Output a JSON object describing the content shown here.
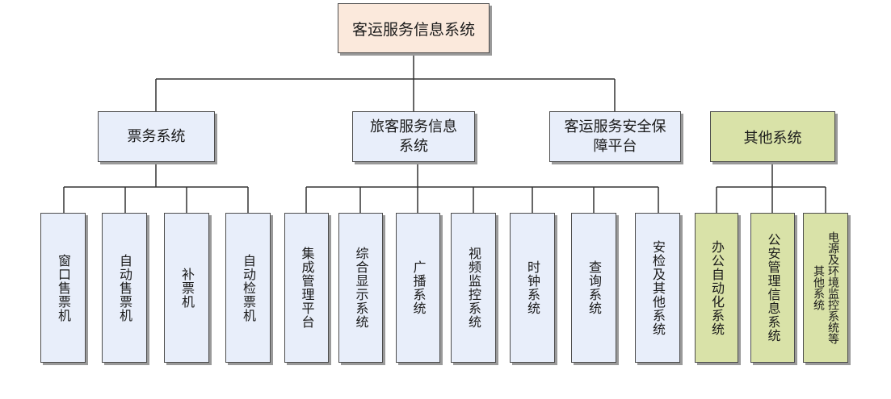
{
  "root": {
    "label": "客运服务信息系统"
  },
  "level1": [
    {
      "label": "票务系统"
    },
    {
      "label": "旅客服务信息系统"
    },
    {
      "label": "客运服务安全保障平台"
    },
    {
      "label": "其他系统"
    }
  ],
  "ticket_children": [
    {
      "label": "窗口售票机"
    },
    {
      "label": "自动售票机"
    },
    {
      "label": "补票机"
    },
    {
      "label": "自动检票机"
    }
  ],
  "passenger_children": [
    {
      "label": "集成管理平台"
    },
    {
      "label": "综合显示系统"
    },
    {
      "label": "广播系统"
    },
    {
      "label": "视频监控系统"
    },
    {
      "label": "时钟系统"
    },
    {
      "label": "查询系统"
    },
    {
      "label": "安检及其他系统"
    }
  ],
  "other_children": [
    {
      "label": "办公自动化系统"
    },
    {
      "label": "公安管理信息系统"
    },
    {
      "label": "电源及环境监控系统等其他系统"
    }
  ],
  "colors": {
    "root_fill": "#fbe9dc",
    "blue_fill": "#e8eefa",
    "green_fill": "#d9e2a8",
    "border": "#4d4d4d",
    "line": "#333333"
  }
}
